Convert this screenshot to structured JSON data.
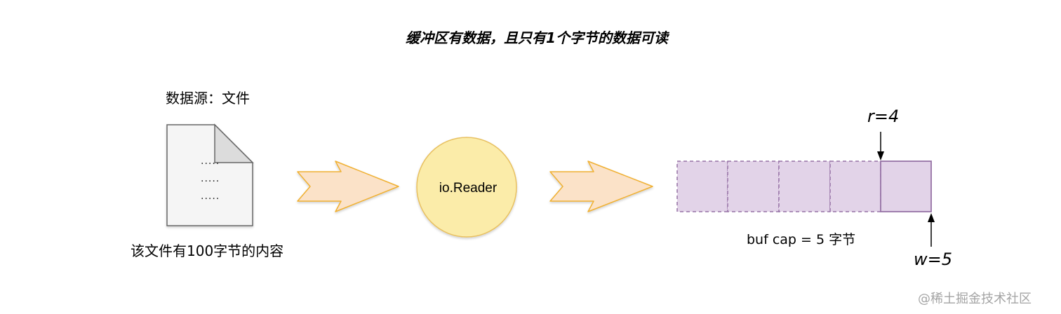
{
  "diagram": {
    "title": "缓冲区有数据，且只有1个字节的数据可读",
    "source_label": "数据源：文件",
    "file": {
      "lines": [
        ".....",
        ".....",
        "....."
      ],
      "caption": "该文件有100字节的内容"
    },
    "reader_label": "io.Reader",
    "buffer": {
      "caption": "buf cap = 5 字节",
      "cells": 5,
      "read_pointer": "r=4",
      "write_pointer": "w=5"
    },
    "watermark": "@稀土掘金技术社区",
    "colors": {
      "file_fill": "#f5f5f5",
      "file_stroke": "#666666",
      "arrow_fill": "#fbe2c8",
      "arrow_stroke": "#f0b030",
      "reader_fill": "#fbeca9",
      "reader_stroke": "#e8c060",
      "buffer_fill": "#e2d3e8",
      "buffer_stroke": "#9673a6"
    }
  }
}
